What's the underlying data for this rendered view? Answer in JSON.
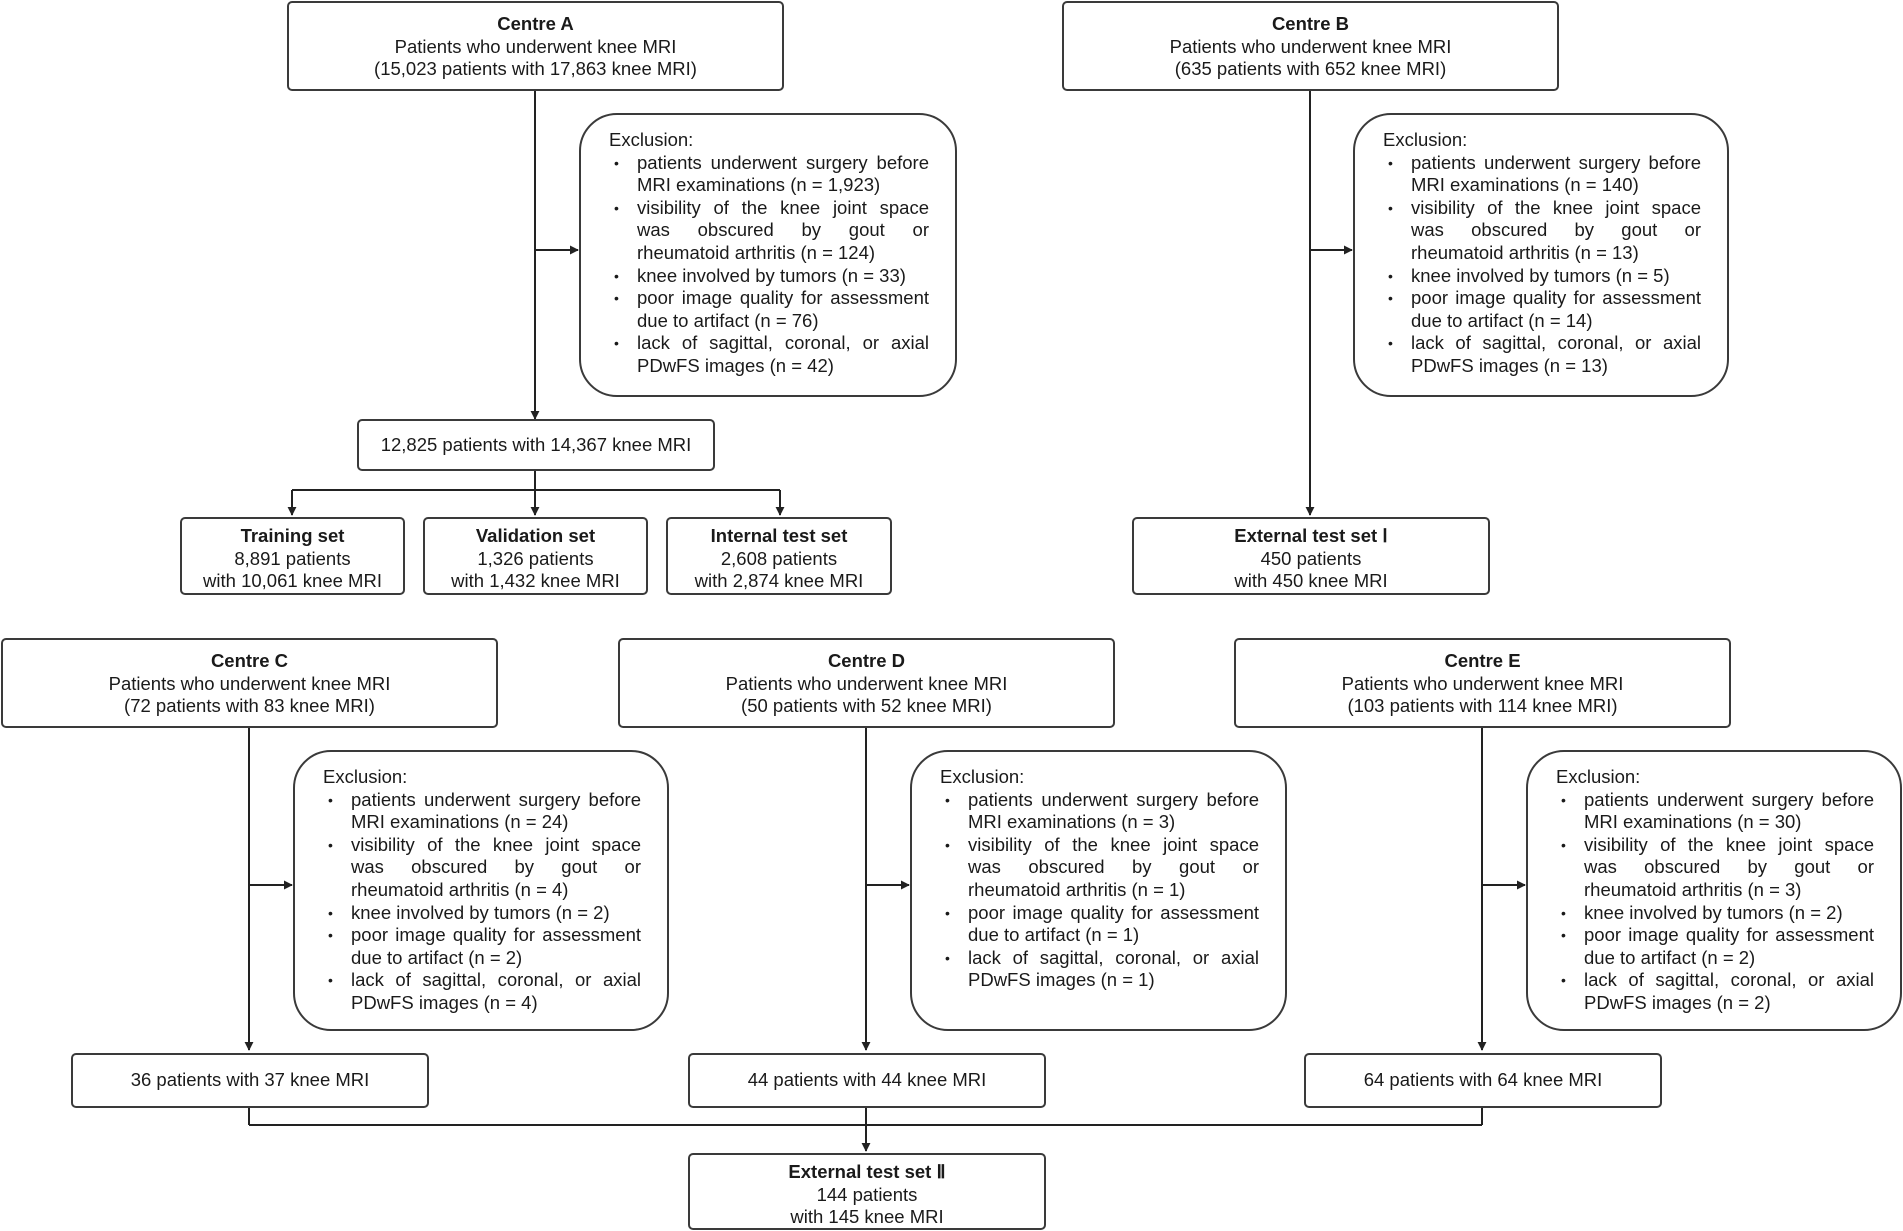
{
  "centre_a": {
    "title": "Centre A",
    "line1": "Patients who underwent knee MRI",
    "line2": "(15,023 patients with 17,863 knee MRI)",
    "exclusion": {
      "heading": "Exclusion:",
      "items": [
        "patients underwent surgery before MRI examinations (n = 1,923)",
        "visibility of the knee joint space was obscured by gout or rheumatoid arthritis (n = 124)",
        "knee involved by tumors (n = 33)",
        "poor image quality for assessment due to artifact (n = 76)",
        "lack of sagittal, coronal, or axial PDwFS images (n = 42)"
      ]
    },
    "remaining": "12,825 patients with 14,367 knee MRI",
    "splits": [
      {
        "title": "Training set",
        "line1": "8,891 patients",
        "line2": "with 10,061 knee MRI"
      },
      {
        "title": "Validation set",
        "line1": "1,326 patients",
        "line2": "with 1,432 knee MRI"
      },
      {
        "title": "Internal test set",
        "line1": "2,608 patients",
        "line2": "with 2,874 knee MRI"
      }
    ]
  },
  "centre_b": {
    "title": "Centre B",
    "line1": "Patients who underwent knee MRI",
    "line2": "(635 patients with 652 knee MRI)",
    "exclusion": {
      "heading": "Exclusion:",
      "items": [
        "patients underwent surgery before MRI examinations (n = 140)",
        "visibility of the knee joint space was obscured by gout or rheumatoid arthritis (n = 13)",
        "knee involved by tumors (n = 5)",
        "poor image quality for assessment due to artifact (n = 14)",
        "lack of sagittal, coronal, or axial PDwFS images (n = 13)"
      ]
    },
    "result": {
      "title": "External test set Ⅰ",
      "line1": "450 patients",
      "line2": "with 450 knee MRI"
    }
  },
  "centre_c": {
    "title": "Centre C",
    "line1": "Patients who underwent knee MRI",
    "line2": "(72 patients with 83 knee MRI)",
    "exclusion": {
      "heading": "Exclusion:",
      "items": [
        "patients underwent surgery before MRI examinations (n = 24)",
        "visibility of the knee joint space was obscured by gout or rheumatoid arthritis (n = 4)",
        "knee involved by tumors (n = 2)",
        "poor image quality for assessment due to artifact (n = 2)",
        "lack of sagittal, coronal, or axial PDwFS images (n = 4)"
      ]
    },
    "remaining": "36 patients with 37 knee MRI"
  },
  "centre_d": {
    "title": "Centre D",
    "line1": "Patients who underwent knee MRI",
    "line2": "(50 patients with 52 knee MRI)",
    "exclusion": {
      "heading": "Exclusion:",
      "items": [
        "patients underwent surgery before MRI examinations (n = 3)",
        "visibility of the knee joint space was obscured by gout or rheumatoid arthritis (n = 1)",
        "poor image quality for assessment due to artifact (n = 1)",
        "lack of sagittal, coronal, or axial PDwFS images (n = 1)"
      ]
    },
    "remaining": "44 patients with 44 knee MRI"
  },
  "centre_e": {
    "title": "Centre E",
    "line1": "Patients who underwent knee MRI",
    "line2": "(103 patients with 114 knee MRI)",
    "exclusion": {
      "heading": "Exclusion:",
      "items": [
        "patients underwent surgery before MRI examinations (n = 30)",
        "visibility of the knee joint space was obscured by gout or rheumatoid arthritis (n = 3)",
        "knee involved by tumors (n = 2)",
        "poor image quality for assessment due to artifact (n = 2)",
        "lack of sagittal, coronal, or axial PDwFS images (n = 2)"
      ]
    },
    "remaining": "64 patients with 64 knee MRI"
  },
  "external_2": {
    "title": "External test set Ⅱ",
    "line1": "144 patients",
    "line2": "with 145 knee MRI"
  }
}
